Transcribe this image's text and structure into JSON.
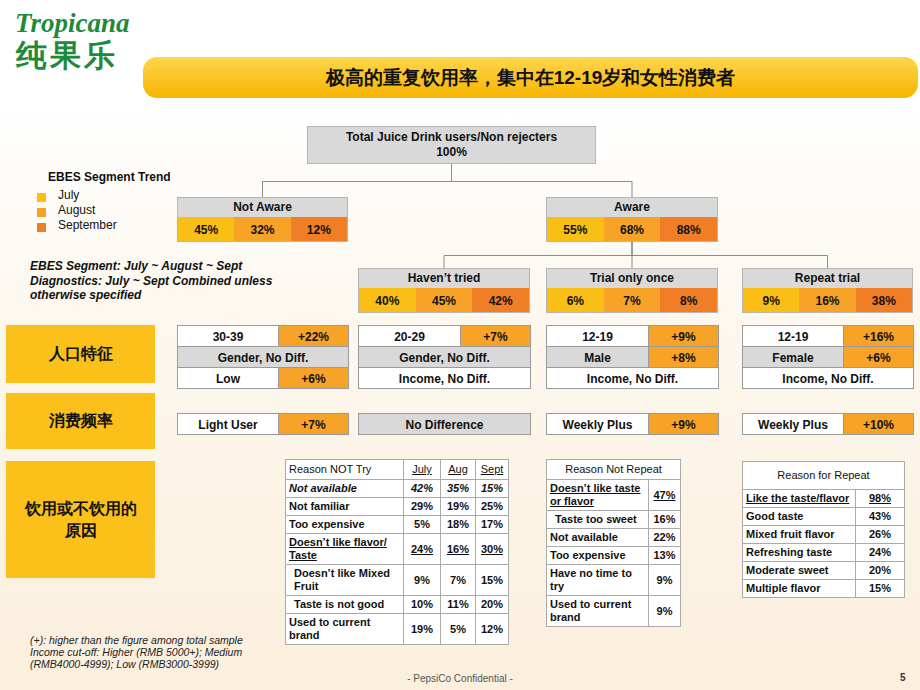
{
  "diagram": {
    "title": "极高的重复饮用率，集中在12-19岁和女性消费者",
    "nodes": [
      {
        "text": [
          "Total Juice Drink users/Non rejecters",
          "100%"
        ]
      },
      {
        "text": [
          "Not Aware",
          "45%",
          "32%",
          "12%"
        ]
      },
      {
        "text": [
          "Aware",
          "55%",
          "68%",
          "88%"
        ]
      },
      {
        "text": [
          "Haven’t tried",
          "40%",
          "45%",
          "42%"
        ]
      },
      {
        "text": [
          "Trial only once",
          "6%",
          "7%",
          "8%"
        ]
      },
      {
        "text": [
          "Repeat trial",
          "9%",
          "16%",
          "38%"
        ]
      },
      {
        "text": [
          "人口特征"
        ]
      },
      {
        "text": [
          "30-39",
          "+22%",
          "Gender, No Diff.",
          "Low",
          "+6%"
        ]
      },
      {
        "text": [
          "20-29",
          "+7%",
          "Gender, No Diff.",
          "Income, No Diff."
        ]
      },
      {
        "text": [
          "12-19",
          "+9%",
          "Male",
          "+8%",
          "Income, No Diff."
        ]
      },
      {
        "text": [
          "12-19",
          "+16%",
          "Female",
          "+6%",
          "Income, No Diff."
        ]
      },
      {
        "text": [
          "消费频率"
        ]
      },
      {
        "text": [
          "Light User",
          "+7%"
        ]
      },
      {
        "text": [
          "No Difference"
        ]
      },
      {
        "text": [
          "Weekly Plus",
          "+9%"
        ]
      },
      {
        "text": [
          "Weekly Plus",
          "+10%"
        ]
      },
      {
        "text": [
          "饮用或不饮用的原因"
        ]
      },
      {
        "text": [
          "Reason NOT Try",
          "July",
          "Aug",
          "Sept",
          "Not available",
          "42%",
          "35%",
          "15%",
          "Not familiar",
          "29%",
          "19%",
          "25%",
          "Too expensive",
          "5%",
          "18%",
          "17%",
          "Doesn’t like flavor/ Taste",
          "24%",
          "16%",
          "30%",
          "Doesn’t like Mixed Fruit",
          "9%",
          "7%",
          "15%",
          "Taste is not good",
          "10%",
          "11%",
          "20%",
          "Used to current brand",
          "19%",
          "5%",
          "12%"
        ]
      },
      {
        "text": [
          "Reason Not Repeat",
          "Doesn’t like taste or flavor",
          "47%",
          "Taste too sweet",
          "16%",
          "Not available",
          "22%",
          "Too expensive",
          "13%",
          "Have no time to try",
          "9%",
          "Used to current brand",
          "9%"
        ]
      },
      {
        "text": [
          "Reason for Repeat",
          "Like the taste/flavor",
          "98%",
          "Good taste",
          "43%",
          "Mixed fruit flavor",
          "26%",
          "Refreshing taste",
          "24%",
          "Moderate sweet",
          "20%",
          "Multiple flavor",
          "15%"
        ]
      }
    ],
    "edges": [
      {
        "from": 0,
        "to": 1,
        "arrow": "none"
      },
      {
        "from": 0,
        "to": 2,
        "arrow": "none"
      },
      {
        "from": 2,
        "to": 3,
        "arrow": "none"
      },
      {
        "from": 2,
        "to": 4,
        "arrow": "none"
      },
      {
        "from": 2,
        "to": 5,
        "arrow": "none"
      }
    ],
    "labels": [
      "Tropicana",
      "纯果乐",
      "EBES Segment Trend",
      "EBES Segment: July ~ August ~ Sept",
      "Diagnostics: July ~ Sept Combined unless otherwise specified",
      "(+): higher than the figure among total sample",
      "Income cut-off: Higher (RMB 5000+); Medium (RMB4000-4999); Low (RMB3000-3999)",
      "- PepsiCo Confidential -",
      "5"
    ],
    "legend": [
      {
        "text": "July",
        "color": "#f9bf16"
      },
      {
        "text": "August",
        "color": "#f6a328"
      },
      {
        "text": "September",
        "color": "#f07e26"
      }
    ]
  }
}
